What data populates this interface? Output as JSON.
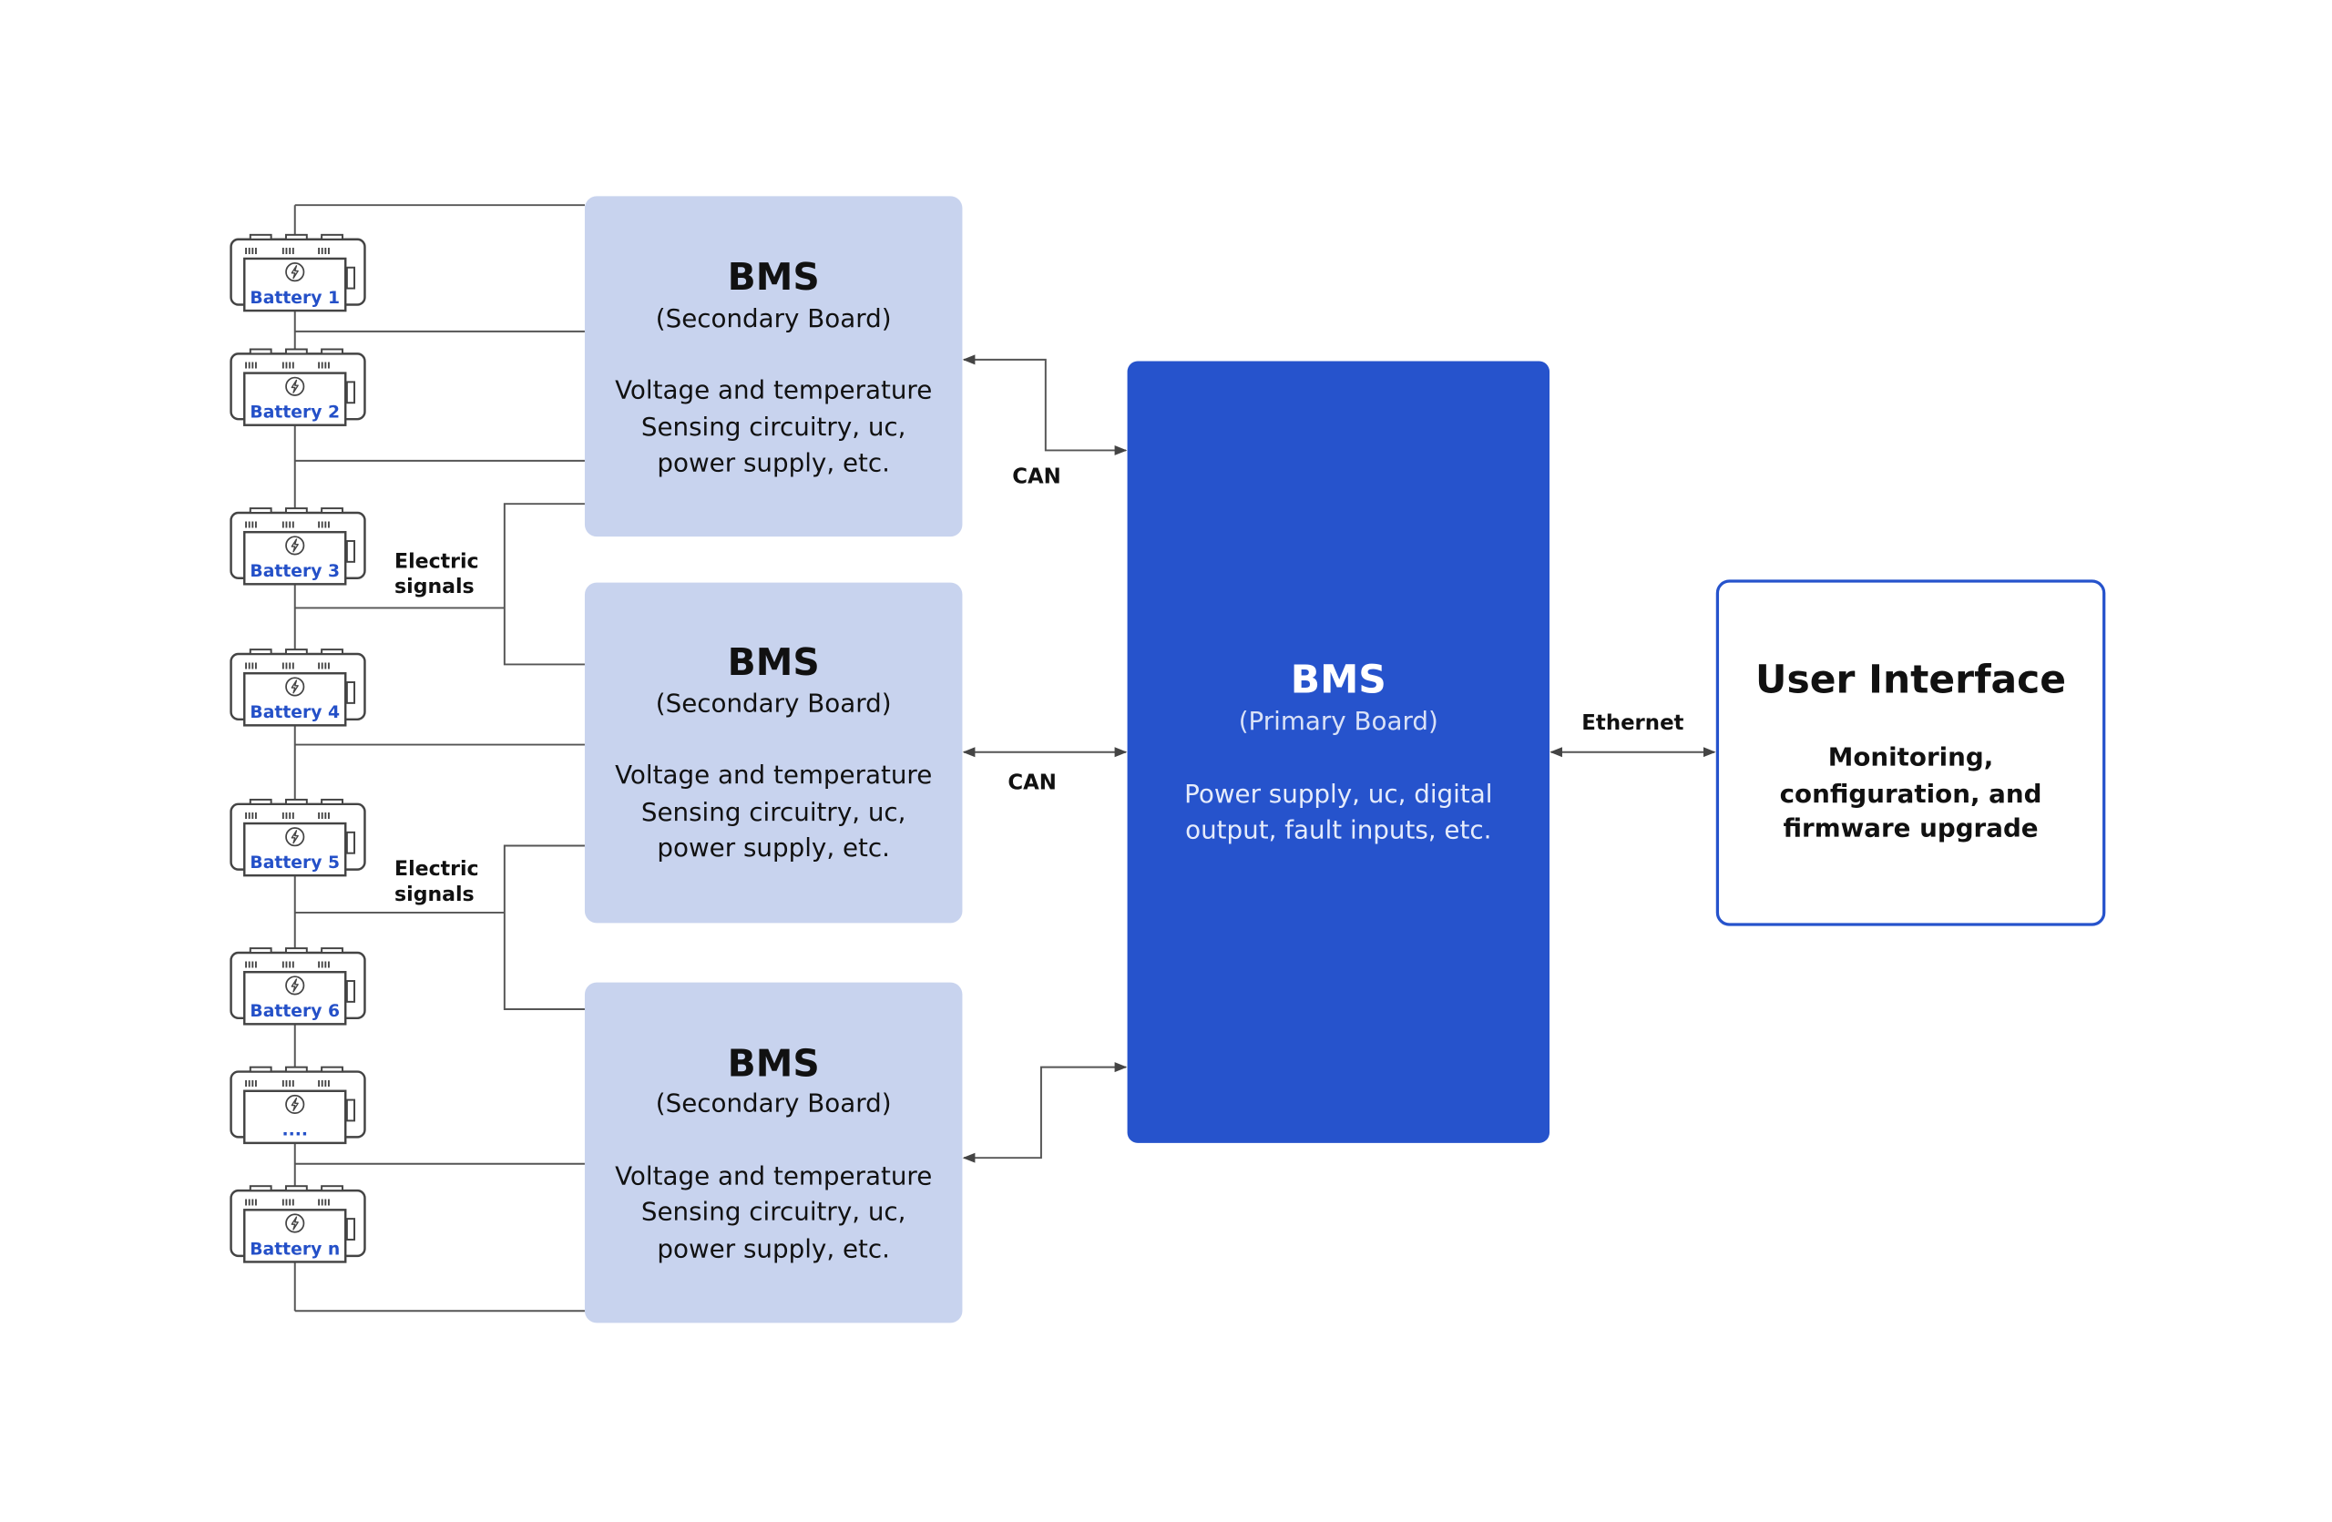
{
  "batteries": [
    {
      "label": "Battery 1"
    },
    {
      "label": "Battery 2"
    },
    {
      "label": "Battery 3"
    },
    {
      "label": "Battery 4"
    },
    {
      "label": "Battery 5"
    },
    {
      "label": "Battery 6"
    },
    {
      "label": "...."
    },
    {
      "label": "Battery n"
    }
  ],
  "electric_signals": [
    "Electric",
    "signals"
  ],
  "secondary_boards": [
    {
      "title": "BMS",
      "subtitle": "(Secondary Board)",
      "lines": [
        "Voltage and temperature",
        "Sensing circuitry, uc,",
        "power supply, etc."
      ]
    },
    {
      "title": "BMS",
      "subtitle": "(Secondary Board)",
      "lines": [
        "Voltage and temperature",
        "Sensing circuitry, uc,",
        "power supply, etc."
      ]
    },
    {
      "title": "BMS",
      "subtitle": "(Secondary Board)",
      "lines": [
        "Voltage and temperature",
        "Sensing circuitry, uc,",
        "power supply, etc."
      ]
    }
  ],
  "primary_board": {
    "title": "BMS",
    "subtitle": "(Primary Board)",
    "lines": [
      "Power supply, uc, digital",
      "output, fault inputs, etc."
    ]
  },
  "user_interface": {
    "title": "User Interface",
    "lines": [
      "Monitoring,",
      "configuration, and",
      "firmware upgrade"
    ]
  },
  "connections": {
    "can_1": "CAN",
    "can_2": "CAN",
    "ethernet": "Ethernet"
  },
  "colors": {
    "primary": "#2653cc",
    "secondary": "#c8d3ee",
    "battery_label": "#2450c8"
  }
}
